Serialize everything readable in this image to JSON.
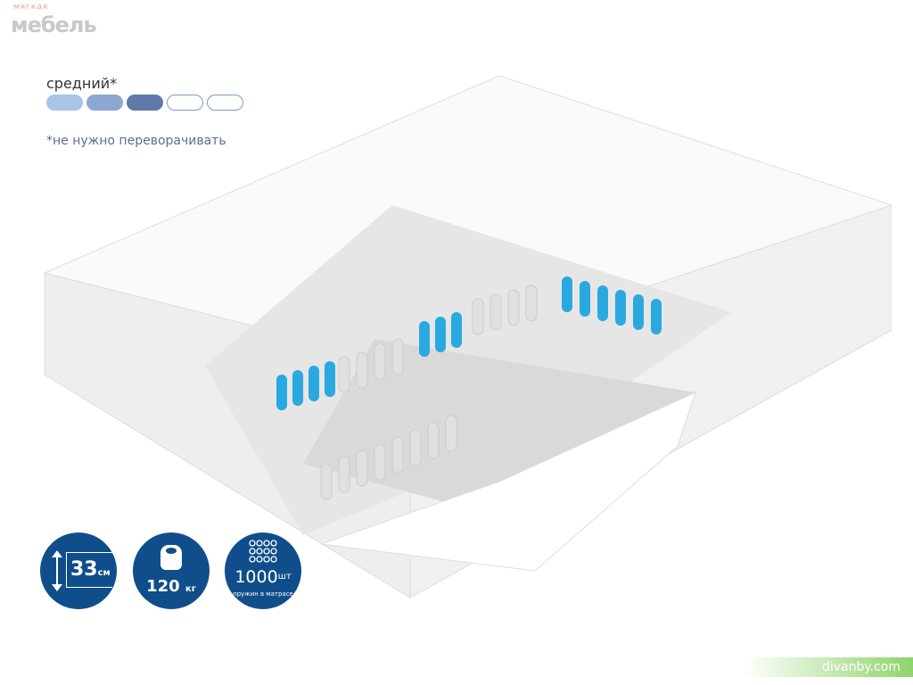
{
  "logo": {
    "small": "мягкая",
    "big": "мебель"
  },
  "firmness": {
    "label": "средний*",
    "level": 3,
    "max": 5,
    "colors": [
      "#a9c4e6",
      "#8da7d3",
      "#5f7aa8"
    ],
    "note": "*не нужно переворачивать"
  },
  "badges": {
    "height": {
      "value": "33",
      "unit": "см"
    },
    "load": {
      "value": "120",
      "unit": "кг"
    },
    "springs": {
      "value": "1000",
      "unit": "шт",
      "caption": "пружин в матрасе"
    }
  },
  "site": "divanby.com",
  "accent": "#104e8b"
}
